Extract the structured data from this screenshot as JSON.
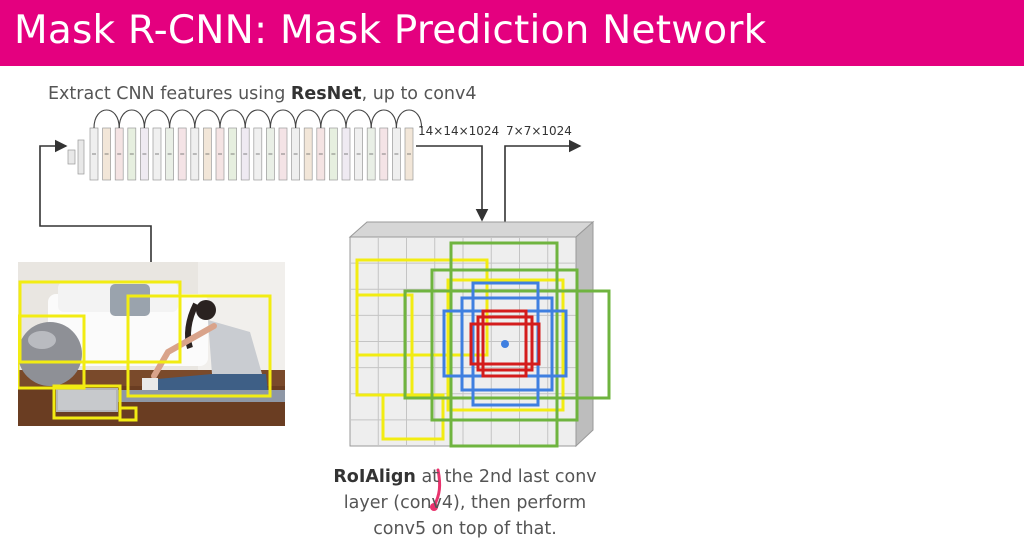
{
  "slide": {
    "title": "Mask R-CNN: Mask Prediction Network",
    "subtitle_pre": "Extract CNN features using ",
    "subtitle_bold": "ResNet",
    "subtitle_post": ", up to conv4",
    "dim_conv4": "14×14×1024",
    "dim_roi": "7×7×1024",
    "caption_bold": "RoIAlign",
    "caption_line1_rest": " at the 2nd last conv",
    "caption_line2": "layer (conv4), then perform",
    "caption_line3": "conv5 on top of that."
  },
  "colors": {
    "title_bar": "#e4007f",
    "box_yellow": "#f2ec12",
    "box_green": "#6fb43f",
    "box_blue": "#3f7fe0",
    "box_red": "#d41c1c"
  }
}
